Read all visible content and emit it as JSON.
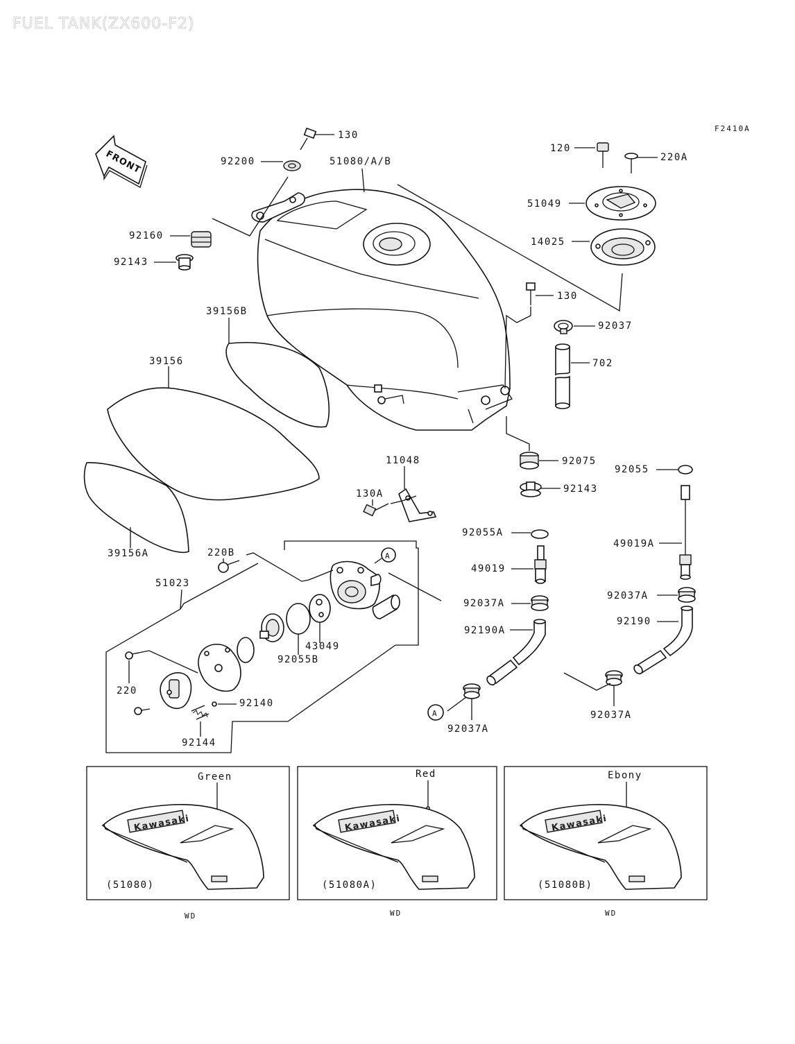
{
  "page": {
    "title": "FUEL TANK(ZX600-F2)",
    "figure_code": "F2410A"
  },
  "front_label": "FRONT",
  "parts": {
    "p130_top": "130",
    "p92200": "92200",
    "p51080ab": "51080/A/B",
    "p120": "120",
    "p220A": "220A",
    "p51049": "51049",
    "p92160": "92160",
    "p14025": "14025",
    "p92143_top": "92143",
    "p130_mid": "130",
    "p39156B": "39156B",
    "p92037": "92037",
    "p39156": "39156",
    "p702": "702",
    "p11048": "11048",
    "p92075": "92075",
    "p92055": "92055",
    "p130A": "130A",
    "p92143_mid": "92143",
    "p39156A": "39156A",
    "p220B": "220B",
    "p92055A": "92055A",
    "p49019A": "49019A",
    "p49019": "49019",
    "p51023": "51023",
    "p92037A_a": "92037A",
    "p92037A_b": "92037A",
    "p43049": "43049",
    "p92190A": "92190A",
    "p92190": "92190",
    "p92055B": "92055B",
    "p220": "220",
    "p92140": "92140",
    "p92037A_c": "92037A",
    "p92037A_d": "92037A",
    "p92144": "92144"
  },
  "callout_marker": "A",
  "variants": [
    {
      "color": "Green",
      "part": "(51080)",
      "code": "WD",
      "brand": "Kawasaki"
    },
    {
      "color": "Red",
      "part": "(51080A)",
      "code": "WD",
      "brand": "Kawasaki"
    },
    {
      "color": "Ebony",
      "part": "(51080B)",
      "code": "WD",
      "brand": "Kawasaki"
    }
  ]
}
